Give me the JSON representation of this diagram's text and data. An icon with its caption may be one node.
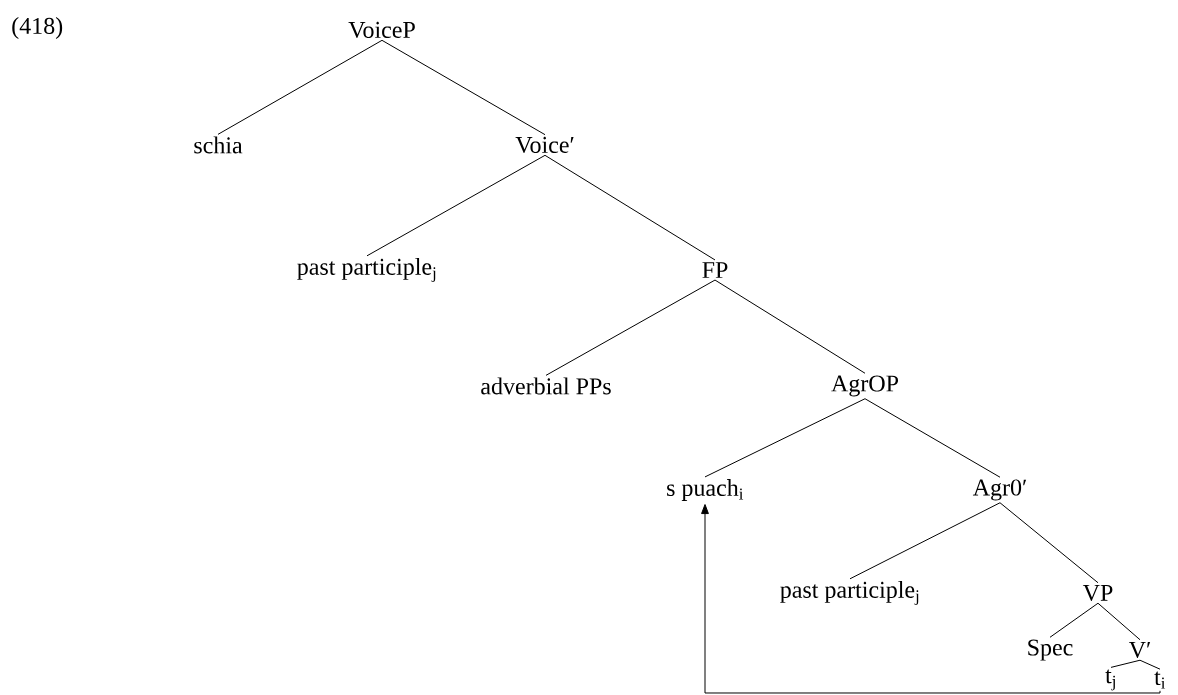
{
  "diagram": {
    "nodes": [
      {
        "text": [
          "VoiceP"
        ]
      },
      {
        "text": [
          "schia"
        ]
      },
      {
        "text": [
          "Voice′"
        ]
      },
      {
        "text": [
          "past participle$_{j}$"
        ]
      },
      {
        "text": [
          "FP"
        ]
      },
      {
        "text": [
          "adverbial PPs"
        ]
      },
      {
        "text": [
          "AgrOP"
        ]
      },
      {
        "text": [
          "s puach$_{i}$"
        ]
      },
      {
        "text": [
          "Agr0′"
        ]
      },
      {
        "text": [
          "past participle$_{j}$"
        ]
      },
      {
        "text": [
          "VP"
        ]
      },
      {
        "text": [
          "Spec"
        ]
      },
      {
        "text": [
          "V′"
        ]
      },
      {
        "text": [
          "t$_{j}$"
        ]
      },
      {
        "text": [
          "t$_{i}$"
        ]
      }
    ],
    "edges": [
      {
        "from": 0,
        "to": 1,
        "arrow": "none"
      },
      {
        "from": 0,
        "to": 2,
        "arrow": "none"
      },
      {
        "from": 2,
        "to": 3,
        "arrow": "none"
      },
      {
        "from": 2,
        "to": 4,
        "arrow": "none"
      },
      {
        "from": 4,
        "to": 5,
        "arrow": "none"
      },
      {
        "from": 4,
        "to": 6,
        "arrow": "none"
      },
      {
        "from": 6,
        "to": 7,
        "arrow": "none"
      },
      {
        "from": 6,
        "to": 8,
        "arrow": "none"
      },
      {
        "from": 8,
        "to": 9,
        "arrow": "none"
      },
      {
        "from": 8,
        "to": 10,
        "arrow": "none"
      },
      {
        "from": 10,
        "to": 11,
        "arrow": "none"
      },
      {
        "from": 10,
        "to": 12,
        "arrow": "none"
      },
      {
        "from": 12,
        "to": 13,
        "arrow": "none"
      },
      {
        "from": 12,
        "to": 14,
        "arrow": "none"
      },
      {
        "from": 14,
        "to": 7,
        "arrow": "to"
      }
    ],
    "labels": [
      "(418)"
    ]
  }
}
